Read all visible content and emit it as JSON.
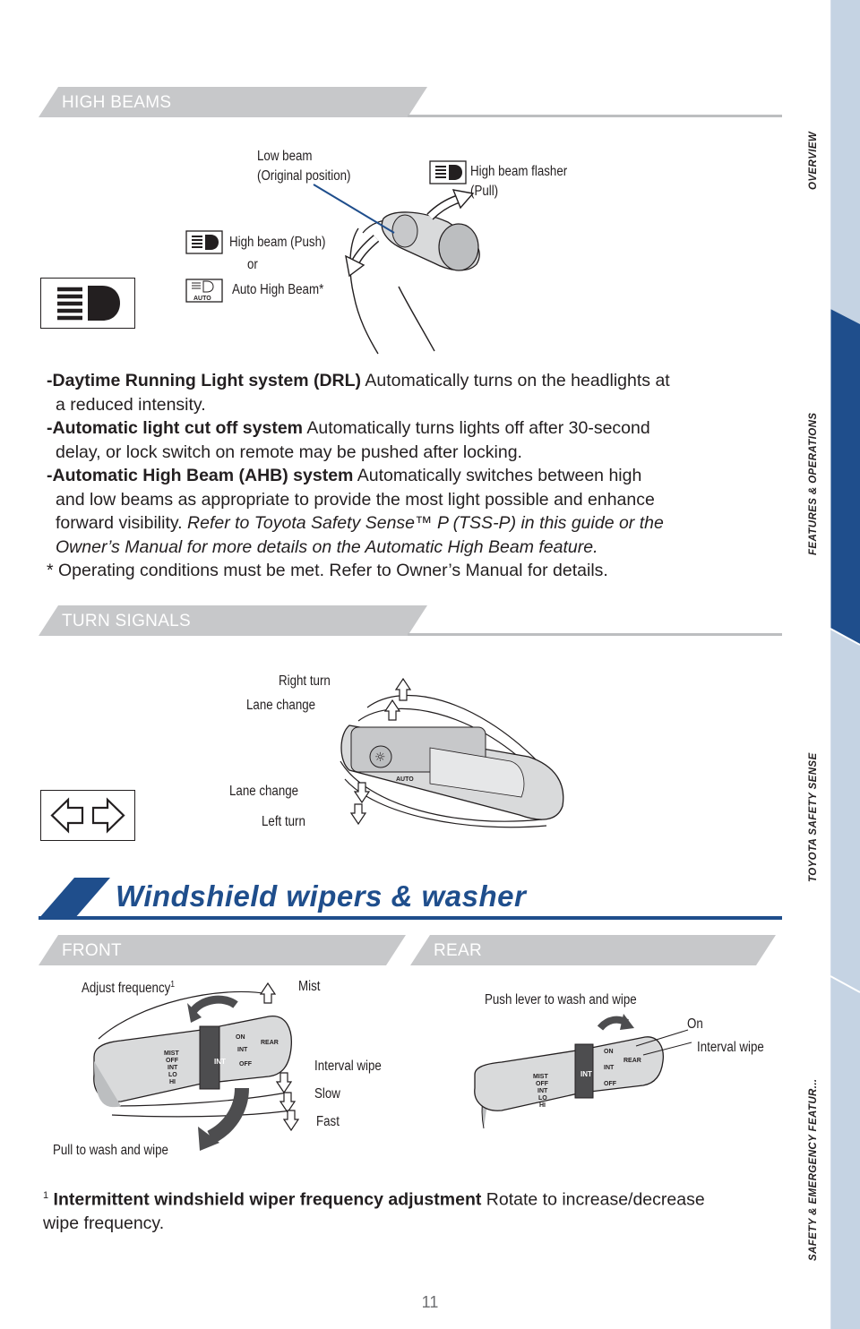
{
  "sections": {
    "high_beams": "HIGH BEAMS",
    "turn_signals": "TURN SIGNALS",
    "front": "FRONT",
    "rear": "REAR"
  },
  "title": "Windshield wipers & washer",
  "high_beam_labels": {
    "low_beam": "Low beam",
    "low_beam_sub": "(Original position)",
    "flasher": "High beam flasher",
    "flasher_sub": "(Pull)",
    "push": "High beam (Push)",
    "or": "or",
    "auto": "Auto High Beam*",
    "auto_icon_text": "AUTO"
  },
  "paragraphs": {
    "drl_bold": "-Daytime Running Light system (DRL)",
    "drl_text": " Automatically turns on the headlights at",
    "drl_cont": "a reduced intensity.",
    "cutoff_bold": "-Automatic light cut off system",
    "cutoff_text": " Automatically turns lights off after 30-second",
    "cutoff_cont": "delay, or lock switch on remote may be pushed after locking.",
    "ahb_bold": "-Automatic High Beam (AHB) system",
    "ahb_text": " Automatically switches between high",
    "ahb_cont1": "and low beams as appropriate to provide the most light possible and enhance",
    "ahb_cont2": "forward visibility. ",
    "ahb_italic1": "Refer to Toyota Safety Sense™ P (TSS-P) in this guide or the",
    "ahb_italic2": "Owner’s Manual for more details on the Automatic High Beam feature.",
    "footnote": "* Operating conditions must be met. Refer to Owner’s Manual for details."
  },
  "turn_labels": {
    "right_turn": "Right turn",
    "lane_change_top": "Lane change",
    "lane_change_bottom": "Lane change",
    "left_turn": "Left turn"
  },
  "front_labels": {
    "adjust": "Adjust frequency",
    "adjust_sup": "1",
    "mist": "Mist",
    "interval": "Interval wipe",
    "slow": "Slow",
    "fast": "Fast",
    "pull": "Pull to wash and wipe"
  },
  "rear_labels": {
    "push": "Push lever to wash and wipe",
    "on": "On",
    "interval": "Interval wipe"
  },
  "lever_text": {
    "mist": "MIST",
    "off": "OFF",
    "int": "INT",
    "lo": "LO",
    "hi": "HI",
    "on": "ON",
    "rear": "REAR",
    "auto": "AUTO"
  },
  "bottom_note": {
    "sup": "1",
    "bold": " Intermittent windshield wiper frequency adjustment",
    "text": " Rotate to increase/decrease",
    "cont": "wipe frequency."
  },
  "side_nav": [
    "OVERVIEW",
    "FEATURES & OPERATIONS",
    "TOYOTA SAFETY SENSE",
    "SAFETY & EMERGENCY FEATUR..."
  ],
  "colors": {
    "tab_gray": "#c7c8ca",
    "nav_bg": "#c5d3e3",
    "nav_active": "#1f4e8c",
    "title_blue": "#1f4e8c"
  },
  "page_number": "11"
}
